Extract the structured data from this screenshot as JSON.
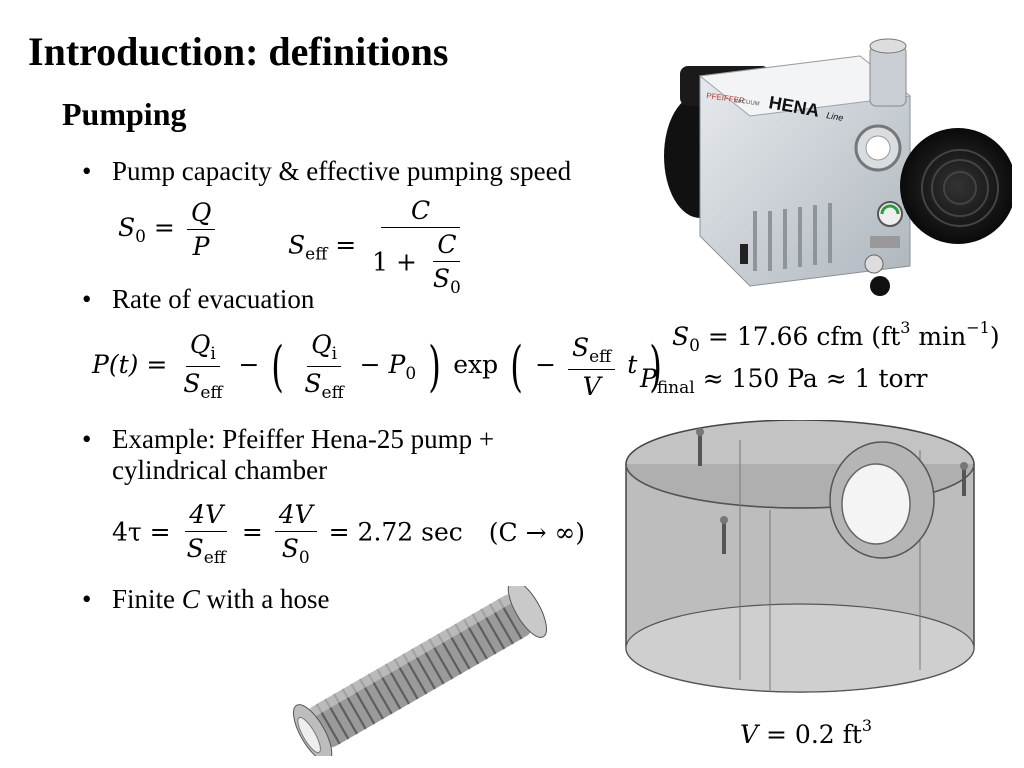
{
  "slide": {
    "title": "Introduction: definitions",
    "subtitle": "Pumping"
  },
  "bullets": [
    {
      "text": "Pump capacity & effective pumping speed"
    },
    {
      "text": "Rate of evacuation"
    },
    {
      "line1": "Example: Pfeiffer Hena-25 pump +",
      "line2": "cylindrical chamber"
    },
    {
      "pre": "Finite ",
      "em": "C",
      "post": " with a hose"
    }
  ],
  "equations": {
    "s0": {
      "lhs": "S",
      "lhs_sub": "0",
      "num": "Q",
      "den": "P"
    },
    "seff": {
      "lhs": "S",
      "lhs_sub": "eff",
      "num": "C",
      "den_pre": "1 +",
      "inner_num": "C",
      "inner_den": "S",
      "inner_den_sub": "0"
    },
    "evac": {
      "lhs": "P(t) =",
      "qi": "Q",
      "qi_sub": "i",
      "seff": "S",
      "seff_sub": "eff",
      "p0": "P",
      "p0_sub": "0",
      "exp": "exp",
      "v": "V",
      "t": "t"
    },
    "tau": {
      "lhs": "4τ =",
      "num1": "4V",
      "den1": "S",
      "den1_sub": "eff",
      "num2": "4V",
      "den2": "S",
      "den2_sub": "0",
      "result": "= 2.72 sec",
      "cond": "(C → ∞)"
    }
  },
  "pump_specs": {
    "s0_value": "= 17.66 cfm (ft",
    "s0_unit_tail": " min",
    "sup3": "3",
    "supm1": "−1",
    "close": ")",
    "pfinal_label": "P",
    "pfinal_sub": "final",
    "pfinal_value": "≈ 150 Pa ≈ 1 torr"
  },
  "pump_image": {
    "brand": "PFEIFFER",
    "brand2": "VACUUM",
    "model": "HENA",
    "model_sup": "Line"
  },
  "chamber": {
    "volume_label": "V",
    "volume_value": "= 0.2 ft",
    "volume_sup": "3"
  }
}
